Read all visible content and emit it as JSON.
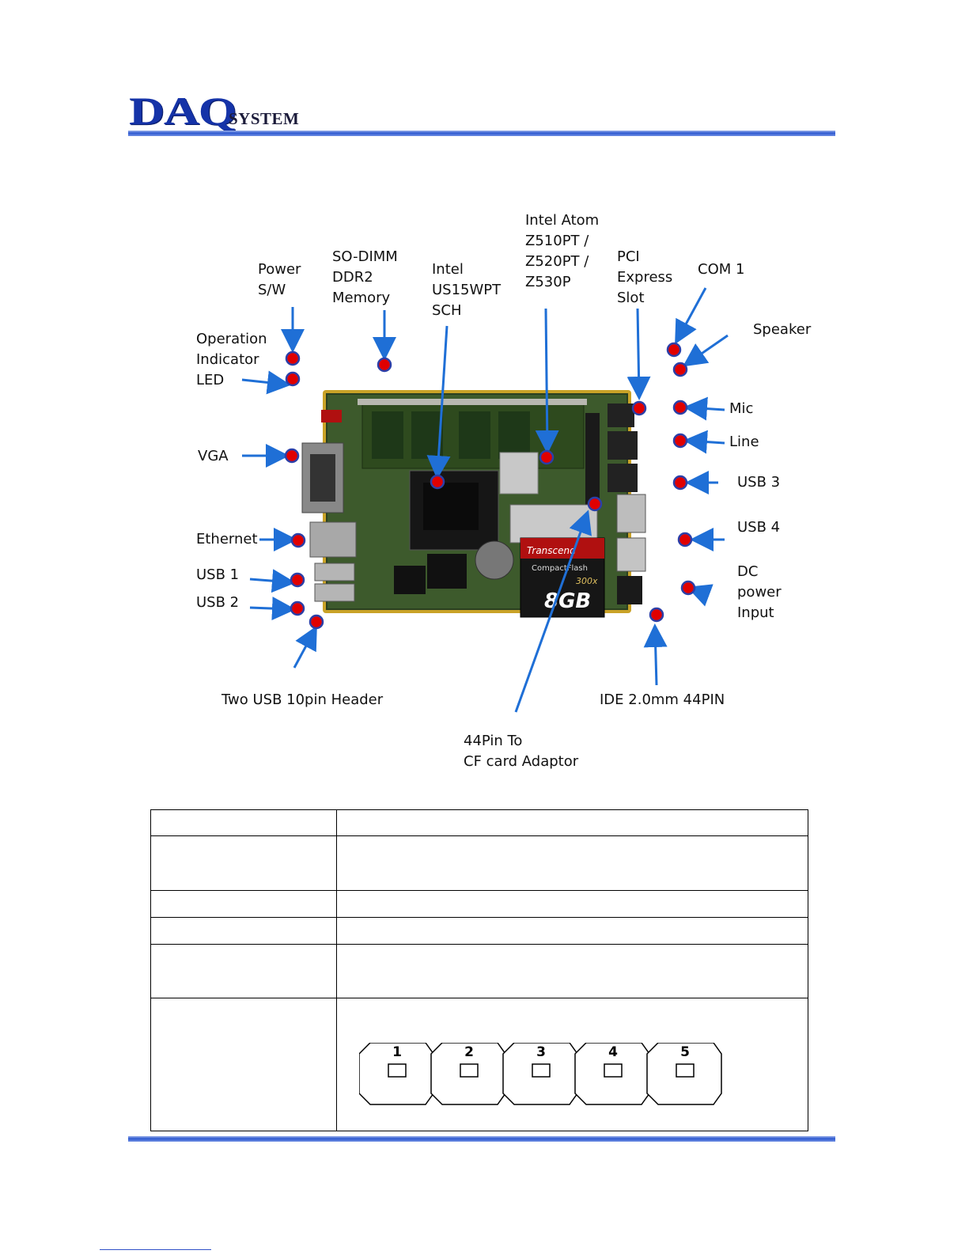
{
  "header": {
    "logo_main": "DAQ",
    "logo_sub": "SYSTEM"
  },
  "photo": {
    "board_label_brand": "Transcend",
    "board_label_product": "CompactFlash",
    "board_label_capacity": "8GB",
    "board_label_speed": "300x",
    "callouts": {
      "power_sw": "Power\nS/W",
      "sodimm": "SO-DIMM\nDDR2\nMemory",
      "sch": "Intel\nUS15WPT\nSCH",
      "atom": "Intel Atom\nZ510PT /\nZ520PT /\nZ530P",
      "pcie": "PCI\nExpress\nSlot",
      "com1": "COM 1",
      "speaker": "Speaker",
      "led": "Operation\nIndicator\nLED",
      "mic": "Mic",
      "line": "Line",
      "vga": "VGA",
      "usb3": "USB 3",
      "usb4": "USB 4",
      "ethernet": "Ethernet",
      "usb1": "USB 1",
      "usb2": "USB 2",
      "dc": "DC\npower\nInput",
      "usbheader": "Two USB 10pin Header",
      "ide": "IDE 2.0mm  44PIN",
      "cfadaptor": "44Pin To\nCF card  Adaptor"
    },
    "colors": {
      "arrow": "#1f6fd6",
      "dot": "#e00000",
      "dot_ring": "#2c3fa8"
    }
  },
  "table": {
    "buttons": [
      "1",
      "2",
      "3",
      "4",
      "5"
    ]
  }
}
